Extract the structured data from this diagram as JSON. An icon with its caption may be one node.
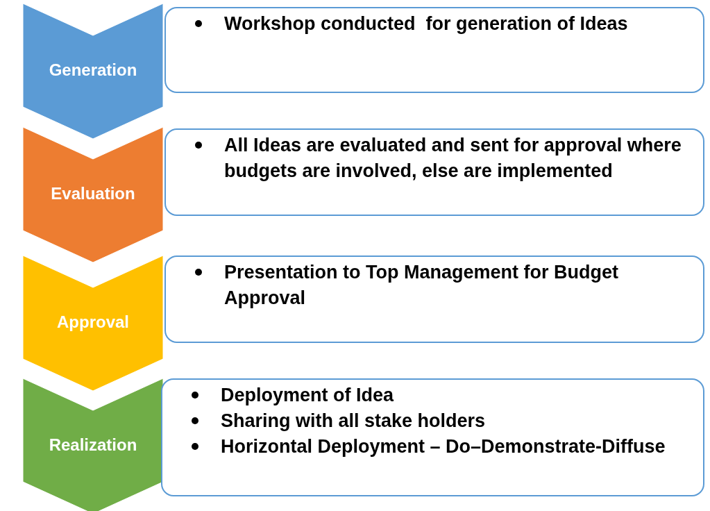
{
  "diagram": {
    "nodes": [
      {
        "text": [
          "Generation"
        ]
      },
      {
        "text": [
          "Evaluation"
        ]
      },
      {
        "text": [
          "Approval"
        ]
      },
      {
        "text": [
          "Realization"
        ]
      },
      {
        "text": [
          "Workshop conducted  for generation of Ideas"
        ]
      },
      {
        "text": [
          "All Ideas are evaluated and sent for approval where budgets are involved, else are implemented"
        ]
      },
      {
        "text": [
          "Presentation to Top Management for Budget Approval"
        ]
      },
      {
        "text": [
          "Deployment of Idea",
          "Sharing with all stake holders",
          "Horizontal Deployment – Do–Demonstrate-Diffuse"
        ]
      }
    ]
  }
}
